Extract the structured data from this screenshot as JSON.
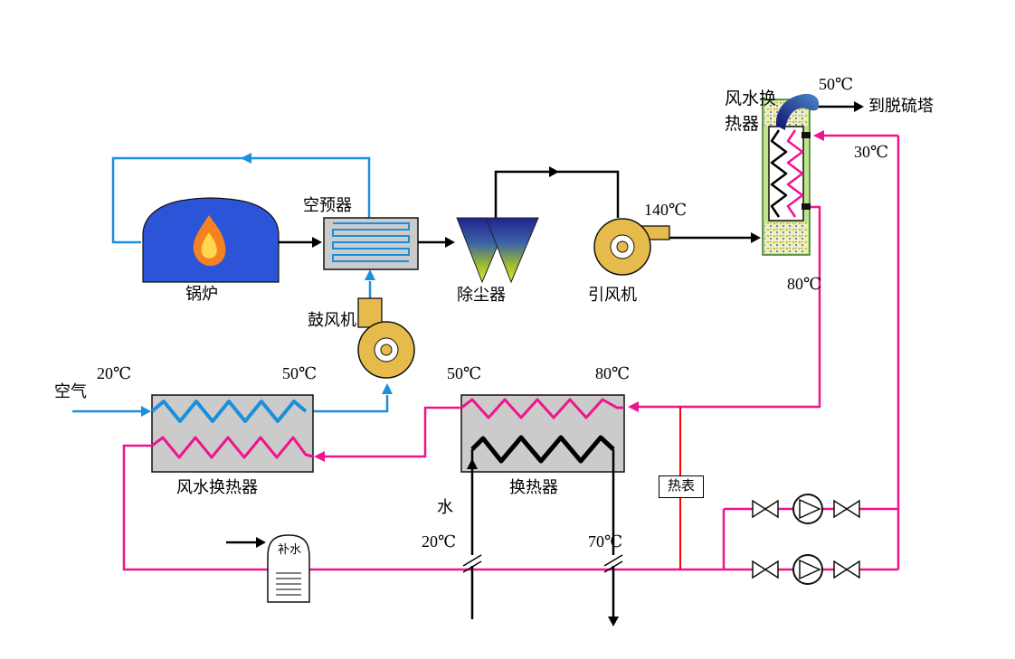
{
  "labels": {
    "air": "空气",
    "boiler": "锅炉",
    "air_preheater": "空预器",
    "blower": "鼓风机",
    "dust_collector": "除尘器",
    "induced_fan": "引风机",
    "air_water_hx_left": "风水换热器",
    "air_water_hx_right": "风水换热器",
    "heat_exchanger": "换热器",
    "heat_meter": "热表",
    "makeup_water": "补水",
    "water": "水",
    "to_tower": "到脱硫塔"
  },
  "temps": {
    "air_in": "20℃",
    "air_out": "50℃",
    "fan_out": "140℃",
    "stack": "50℃",
    "water_return": "30℃",
    "water_supply": "80℃",
    "hx2_in": "80℃",
    "hx2_out": "50℃",
    "user_in": "20℃",
    "user_out": "70℃"
  },
  "colors": {
    "air_line": "#1a8fdc",
    "water_line": "#f0148c",
    "flue_line": "#000000",
    "meter_line": "#ff0000",
    "equipment_box_fill": "#cbcbcb",
    "fan_fill": "#e6bb4c",
    "boiler_fill": "#2b54d8",
    "hx_shell_fill": "#bfe38e"
  }
}
